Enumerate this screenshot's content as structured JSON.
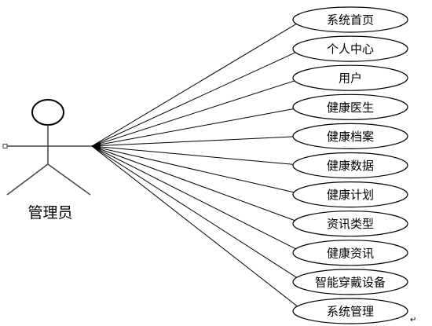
{
  "actor": {
    "name": "管理员"
  },
  "use_cases": [
    {
      "label": "系统首页"
    },
    {
      "label": "个人中心"
    },
    {
      "label": "用户"
    },
    {
      "label": "健康医生"
    },
    {
      "label": "健康档案"
    },
    {
      "label": "健康数据"
    },
    {
      "label": "健康计划"
    },
    {
      "label": "资讯类型"
    },
    {
      "label": "健康资讯"
    },
    {
      "label": "智能穿戴设备"
    },
    {
      "label": "系统管理"
    }
  ],
  "colors": {
    "stroke": "#000000",
    "background": "#ffffff"
  }
}
